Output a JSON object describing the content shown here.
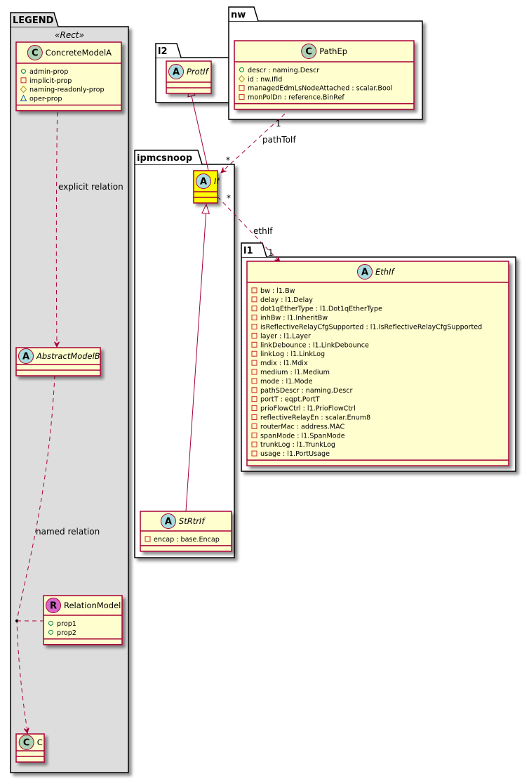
{
  "packages": {
    "legend": {
      "name": "LEGEND",
      "stereotype": "«Rect»"
    },
    "l2": {
      "name": "l2"
    },
    "nw": {
      "name": "nw"
    },
    "ipmcsnoop": {
      "name": "ipmcsnoop"
    },
    "l1": {
      "name": "l1"
    }
  },
  "classes": {
    "concreteModelA": {
      "kind": "C",
      "name": "ConcreteModelA",
      "attrs": [
        {
          "vis": "admin",
          "text": "admin-prop"
        },
        {
          "vis": "implicit",
          "text": "implicit-prop"
        },
        {
          "vis": "naming",
          "text": "naming-readonly-prop"
        },
        {
          "vis": "oper",
          "text": "oper-prop"
        }
      ]
    },
    "abstractModelB": {
      "kind": "A",
      "name": "AbstractModelB",
      "attrs": []
    },
    "relationModel": {
      "kind": "R",
      "name": "RelationModel",
      "attrs": [
        {
          "vis": "admin",
          "text": "prop1"
        },
        {
          "vis": "admin",
          "text": "prop2"
        }
      ]
    },
    "c": {
      "kind": "C",
      "name": "C",
      "attrs": []
    },
    "protIf": {
      "kind": "A",
      "name": "ProtIf",
      "attrs": []
    },
    "pathEp": {
      "kind": "C",
      "name": "PathEp",
      "attrs": [
        {
          "vis": "admin",
          "text": "descr : naming.Descr"
        },
        {
          "vis": "naming",
          "text": "id : nw.IfId"
        },
        {
          "vis": "implicit",
          "text": "managedEdmLsNodeAttached : scalar.Bool"
        },
        {
          "vis": "implicit",
          "text": "monPolDn : reference.BinRef"
        }
      ]
    },
    "if": {
      "kind": "A",
      "name": "If",
      "attrs": [],
      "highlight": true
    },
    "stRtrIf": {
      "kind": "A",
      "name": "StRtrIf",
      "attrs": [
        {
          "vis": "implicit",
          "text": "encap : base.Encap"
        }
      ]
    },
    "ethIf": {
      "kind": "A",
      "name": "EthIf",
      "attrs": [
        {
          "vis": "implicit",
          "text": "bw : l1.Bw"
        },
        {
          "vis": "implicit",
          "text": "delay : l1.Delay"
        },
        {
          "vis": "implicit",
          "text": "dot1qEtherType : l1.Dot1qEtherType"
        },
        {
          "vis": "implicit",
          "text": "inhBw : l1.InheritBw"
        },
        {
          "vis": "implicit",
          "text": "isReflectiveRelayCfgSupported : l1.IsReflectiveRelayCfgSupported"
        },
        {
          "vis": "implicit",
          "text": "layer : l1.Layer"
        },
        {
          "vis": "implicit",
          "text": "linkDebounce : l1.LinkDebounce"
        },
        {
          "vis": "implicit",
          "text": "linkLog : l1.LinkLog"
        },
        {
          "vis": "implicit",
          "text": "mdix : l1.Mdix"
        },
        {
          "vis": "implicit",
          "text": "medium : l1.Medium"
        },
        {
          "vis": "implicit",
          "text": "mode : l1.Mode"
        },
        {
          "vis": "implicit",
          "text": "pathSDescr : naming.Descr"
        },
        {
          "vis": "implicit",
          "text": "portT : eqpt.PortT"
        },
        {
          "vis": "implicit",
          "text": "prioFlowCtrl : l1.PrioFlowCtrl"
        },
        {
          "vis": "implicit",
          "text": "reflectiveRelayEn : scalar.Enum8"
        },
        {
          "vis": "implicit",
          "text": "routerMac : address.MAC"
        },
        {
          "vis": "implicit",
          "text": "spanMode : l1.SpanMode"
        },
        {
          "vis": "implicit",
          "text": "trunkLog : l1.TrunkLog"
        },
        {
          "vis": "implicit",
          "text": "usage : l1.PortUsage"
        }
      ]
    }
  },
  "relations": {
    "explicit": {
      "label": "explicit relation"
    },
    "named": {
      "label": "named relation"
    },
    "pathToIf": {
      "label": "pathToIf",
      "src_mult": "1",
      "dst_mult": "*"
    },
    "ethIf": {
      "label": "ethIf",
      "src_mult": "*",
      "dst_mult": "1"
    }
  },
  "colors": {
    "class_fill": "#FEFECE",
    "class_border": "#A80036",
    "highlight_fill": "#FFFF00",
    "legend_fill": "#DDDDDD",
    "circle_C": "#ADD1B2",
    "circle_A": "#A9DCDF",
    "circle_R": "#D666C8",
    "vis_admin": "#038048",
    "vis_implicit": "#C82930",
    "vis_naming": "#B38D22",
    "vis_oper": "#1963A0"
  }
}
